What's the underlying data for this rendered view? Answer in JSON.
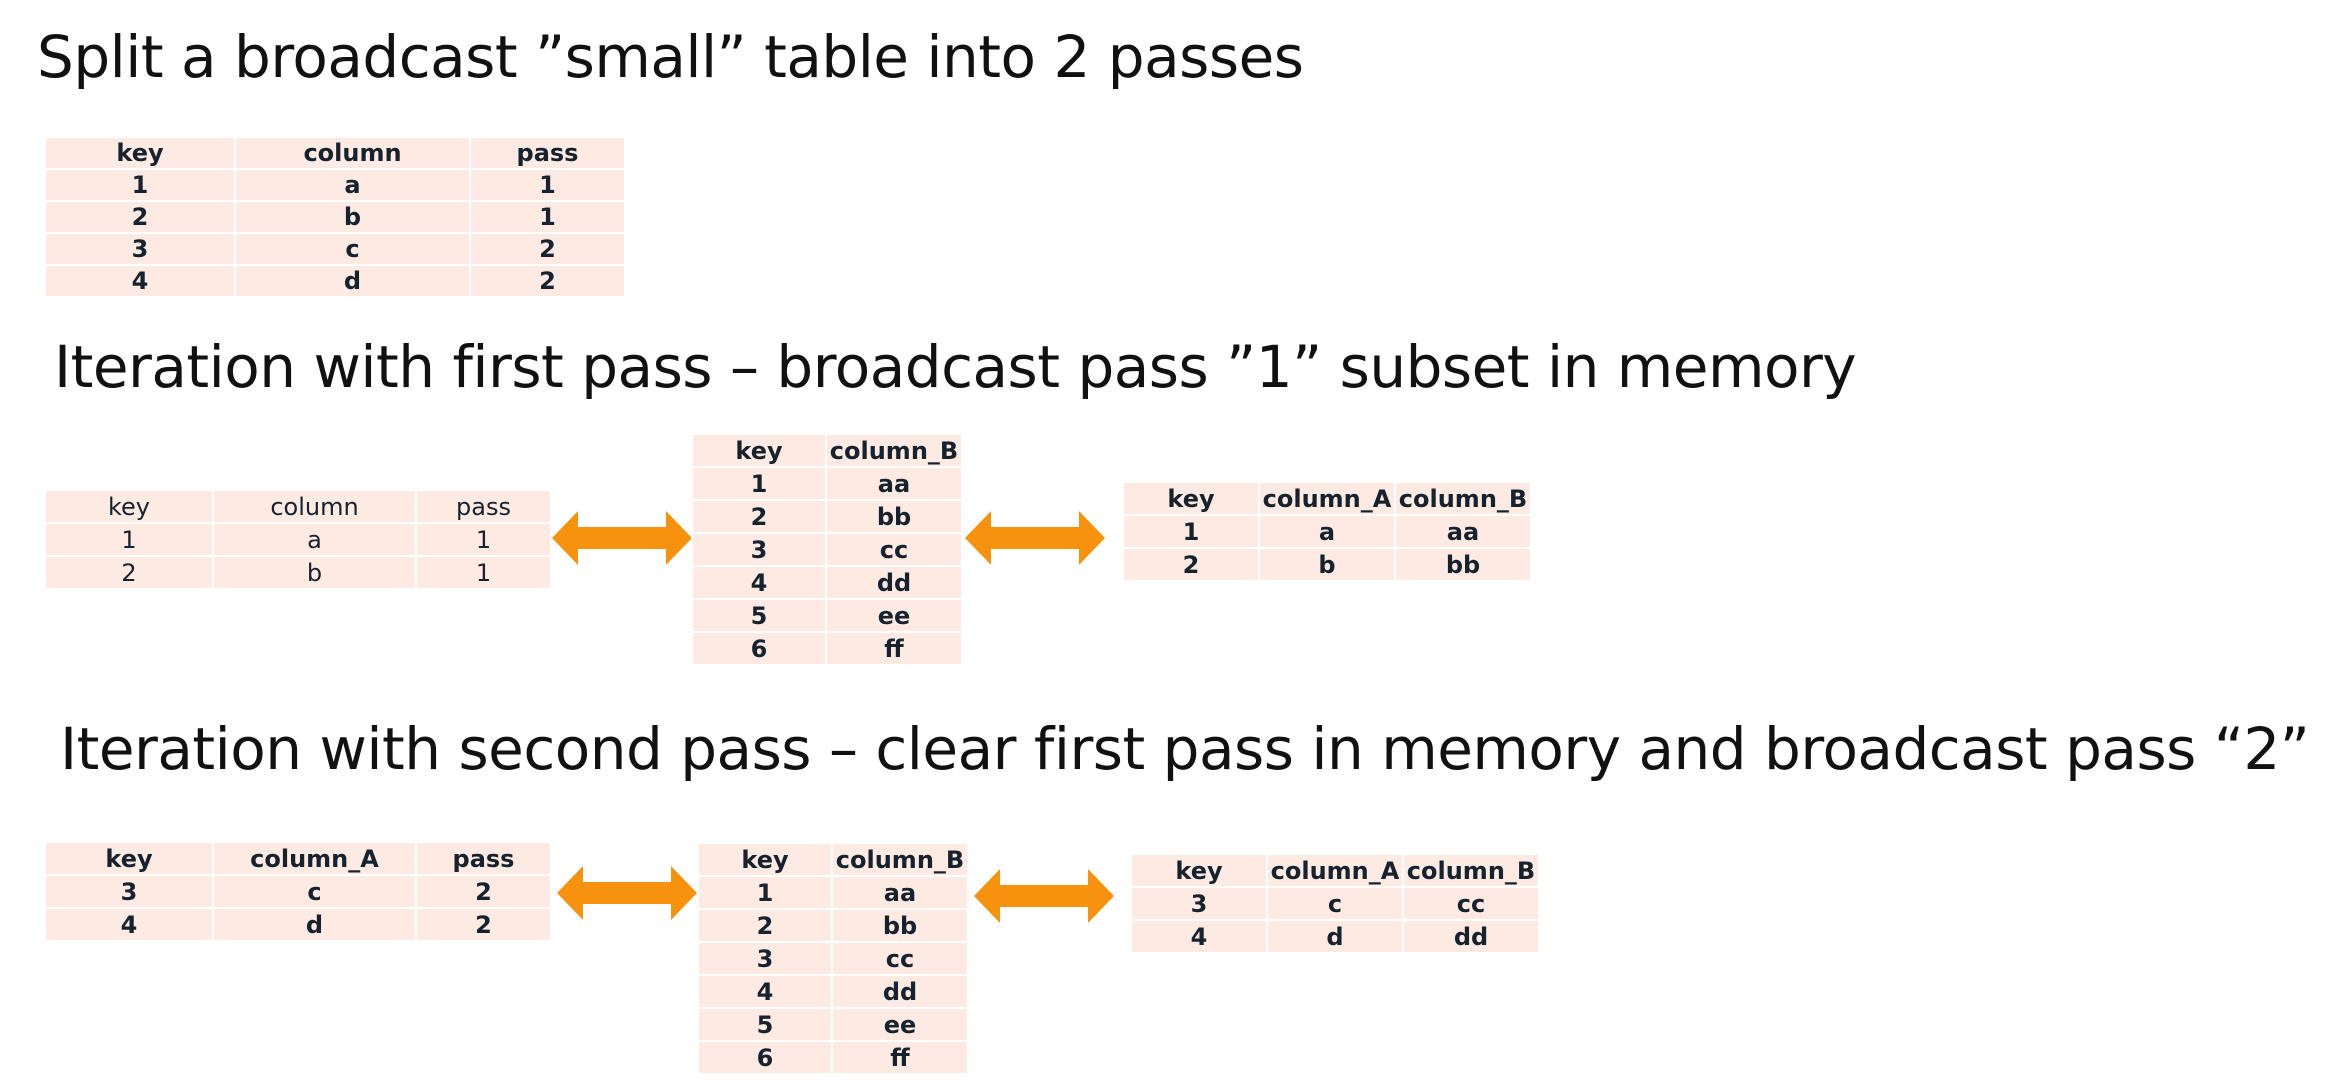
{
  "title": "Split a broadcast ”small” table into 2 passes",
  "split_table": {
    "columns": [
      "key",
      "column",
      "pass"
    ],
    "rows": [
      [
        "1",
        "a",
        "1"
      ],
      [
        "2",
        "b",
        "1"
      ],
      [
        "3",
        "c",
        "2"
      ],
      [
        "4",
        "d",
        "2"
      ]
    ]
  },
  "pass1": {
    "heading": "Iteration with first pass – broadcast pass ”1” subset in memory",
    "left": {
      "columns": [
        "key",
        "column",
        "pass"
      ],
      "rows": [
        [
          "1",
          "a",
          "1"
        ],
        [
          "2",
          "b",
          "1"
        ]
      ]
    },
    "middle": {
      "columns": [
        "key",
        "column_B"
      ],
      "rows": [
        [
          "1",
          "aa"
        ],
        [
          "2",
          "bb"
        ],
        [
          "3",
          "cc"
        ],
        [
          "4",
          "dd"
        ],
        [
          "5",
          "ee"
        ],
        [
          "6",
          "ff"
        ]
      ]
    },
    "right": {
      "columns": [
        "key",
        "column_A",
        "column_B"
      ],
      "rows": [
        [
          "1",
          "a",
          "aa"
        ],
        [
          "2",
          "b",
          "bb"
        ]
      ]
    }
  },
  "pass2": {
    "heading": "Iteration with second pass – clear first pass in memory and broadcast pass “2”",
    "left": {
      "columns": [
        "key",
        "column_A",
        "pass"
      ],
      "rows": [
        [
          "3",
          "c",
          "2"
        ],
        [
          "4",
          "d",
          "2"
        ]
      ]
    },
    "middle": {
      "columns": [
        "key",
        "column_B"
      ],
      "rows": [
        [
          "1",
          "aa"
        ],
        [
          "2",
          "bb"
        ],
        [
          "3",
          "cc"
        ],
        [
          "4",
          "dd"
        ],
        [
          "5",
          "ee"
        ],
        [
          "6",
          "ff"
        ]
      ]
    },
    "right": {
      "columns": [
        "key",
        "column_A",
        "column_B"
      ],
      "rows": [
        [
          "3",
          "c",
          "cc"
        ],
        [
          "4",
          "d",
          "dd"
        ]
      ]
    }
  },
  "colors": {
    "cell_fill": "#fdeae3",
    "arrow": "#f7920e",
    "text": "#16232e"
  },
  "icons": {
    "arrow": "double-arrow-icon"
  }
}
